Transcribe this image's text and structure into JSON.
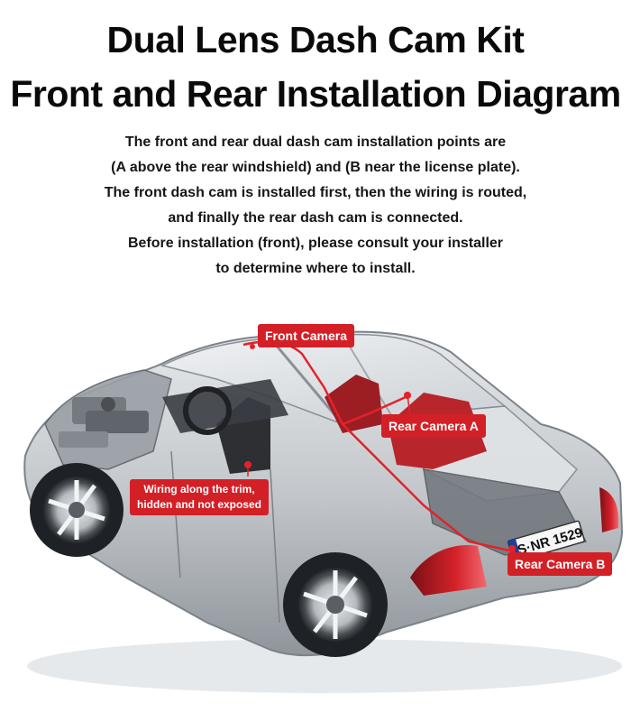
{
  "title": {
    "line1": "Dual Lens Dash Cam Kit",
    "line2": "Front and Rear Installation Diagram"
  },
  "description": {
    "lines": [
      "The front and rear dual dash cam installation points are",
      "(A above the rear windshield) and (B near the license plate).",
      "The front dash cam is installed first, then the wiring is routed,",
      "and finally the rear dash cam is connected.",
      "Before installation (front), please consult your installer",
      "to determine where to install."
    ]
  },
  "callouts": {
    "front_camera": "Front Camera",
    "rear_camera_a": "Rear Camera A",
    "wiring_line1": "Wiring along the trim,",
    "wiring_line2": "hidden and not exposed",
    "rear_camera_b": "Rear Camera B"
  },
  "license_plate": "S·NR 1529",
  "colors": {
    "accent": "#d32026",
    "title_text": "#0a0a0a",
    "body_text": "#161616",
    "car_body": "#c9cccf",
    "interior_red": "#b8262b"
  }
}
